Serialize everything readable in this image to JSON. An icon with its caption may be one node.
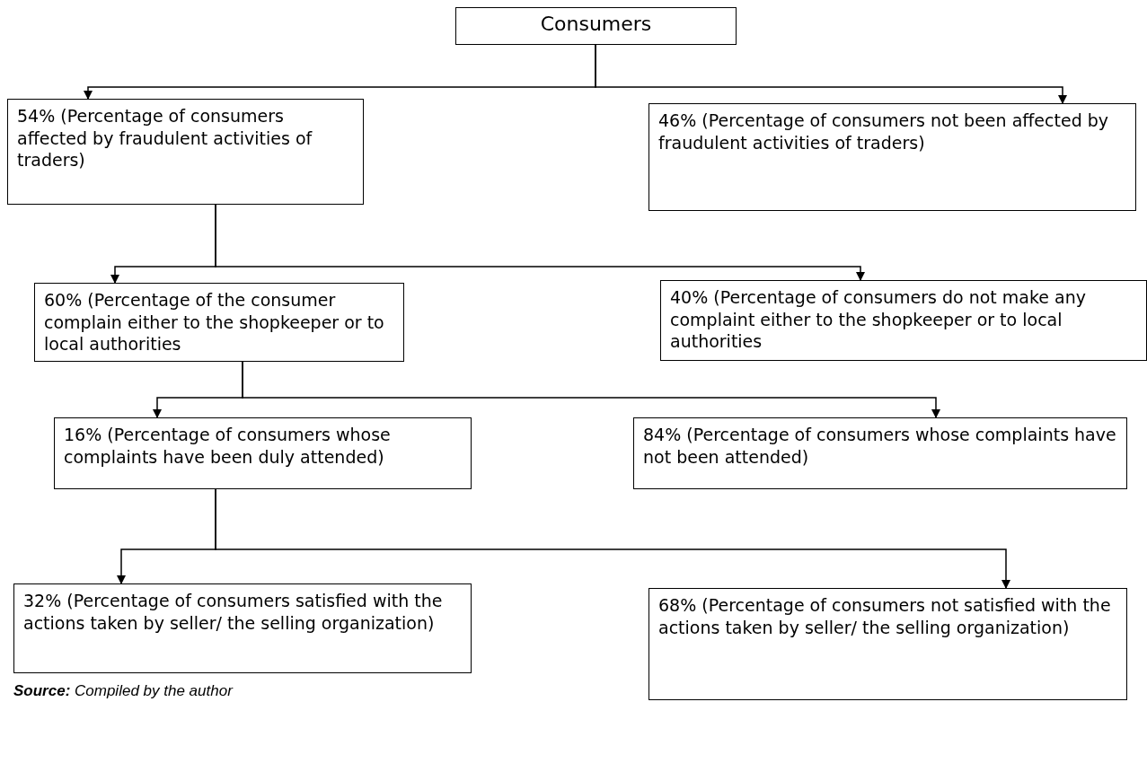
{
  "diagram": {
    "nodes": [
      {
        "text": [
          "Consumers"
        ]
      },
      {
        "text": [
          "54% (Percentage of consumers affected by fraudulent activities of traders)"
        ]
      },
      {
        "text": [
          "46% (Percentage of consumers not been affected by fraudulent activities of traders)"
        ]
      },
      {
        "text": [
          "60% (Percentage of the consumer complain either to the shopkeeper or to local authorities"
        ]
      },
      {
        "text": [
          "40% (Percentage of consumers do not make any complaint either to the shopkeeper or to local authorities"
        ]
      },
      {
        "text": [
          "16% (Percentage of consumers whose complaints have been duly attended)"
        ]
      },
      {
        "text": [
          "84% (Percentage of consumers whose complaints have not been attended)"
        ]
      },
      {
        "text": [
          "32% (Percentage of consumers satisfied with the actions taken by seller/ the selling organization)"
        ]
      },
      {
        "text": [
          "68% (Percentage of consumers not satisfied with the actions taken by seller/ the selling organization)"
        ]
      }
    ],
    "edges": [
      {
        "from": 0,
        "to": 1,
        "arrow": "to"
      },
      {
        "from": 0,
        "to": 2,
        "arrow": "to"
      },
      {
        "from": 1,
        "to": 3,
        "arrow": "to"
      },
      {
        "from": 1,
        "to": 4,
        "arrow": "to"
      },
      {
        "from": 3,
        "to": 5,
        "arrow": "to"
      },
      {
        "from": 3,
        "to": 6,
        "arrow": "to"
      },
      {
        "from": 5,
        "to": 7,
        "arrow": "to"
      },
      {
        "from": 5,
        "to": 8,
        "arrow": "to"
      }
    ],
    "labels": [
      "**Source:** Compiled by the author"
    ]
  }
}
